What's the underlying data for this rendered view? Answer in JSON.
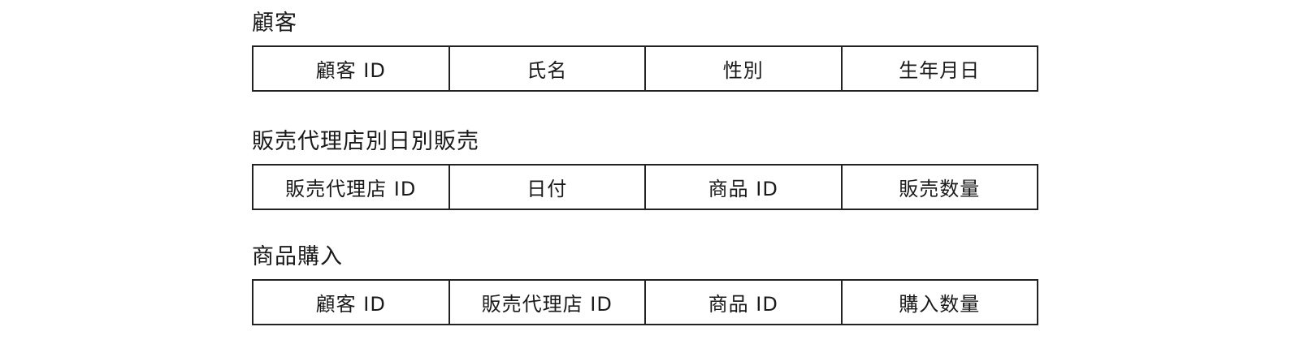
{
  "tables": [
    {
      "name": "顧客",
      "fields": [
        "顧客 ID",
        "氏名",
        "性別",
        "生年月日"
      ]
    },
    {
      "name": "販売代理店別日別販売",
      "fields": [
        "販売代理店 ID",
        "日付",
        "商品 ID",
        "販売数量"
      ]
    },
    {
      "name": "商品購入",
      "fields": [
        "顧客 ID",
        "販売代理店 ID",
        "商品 ID",
        "購入数量"
      ]
    }
  ]
}
